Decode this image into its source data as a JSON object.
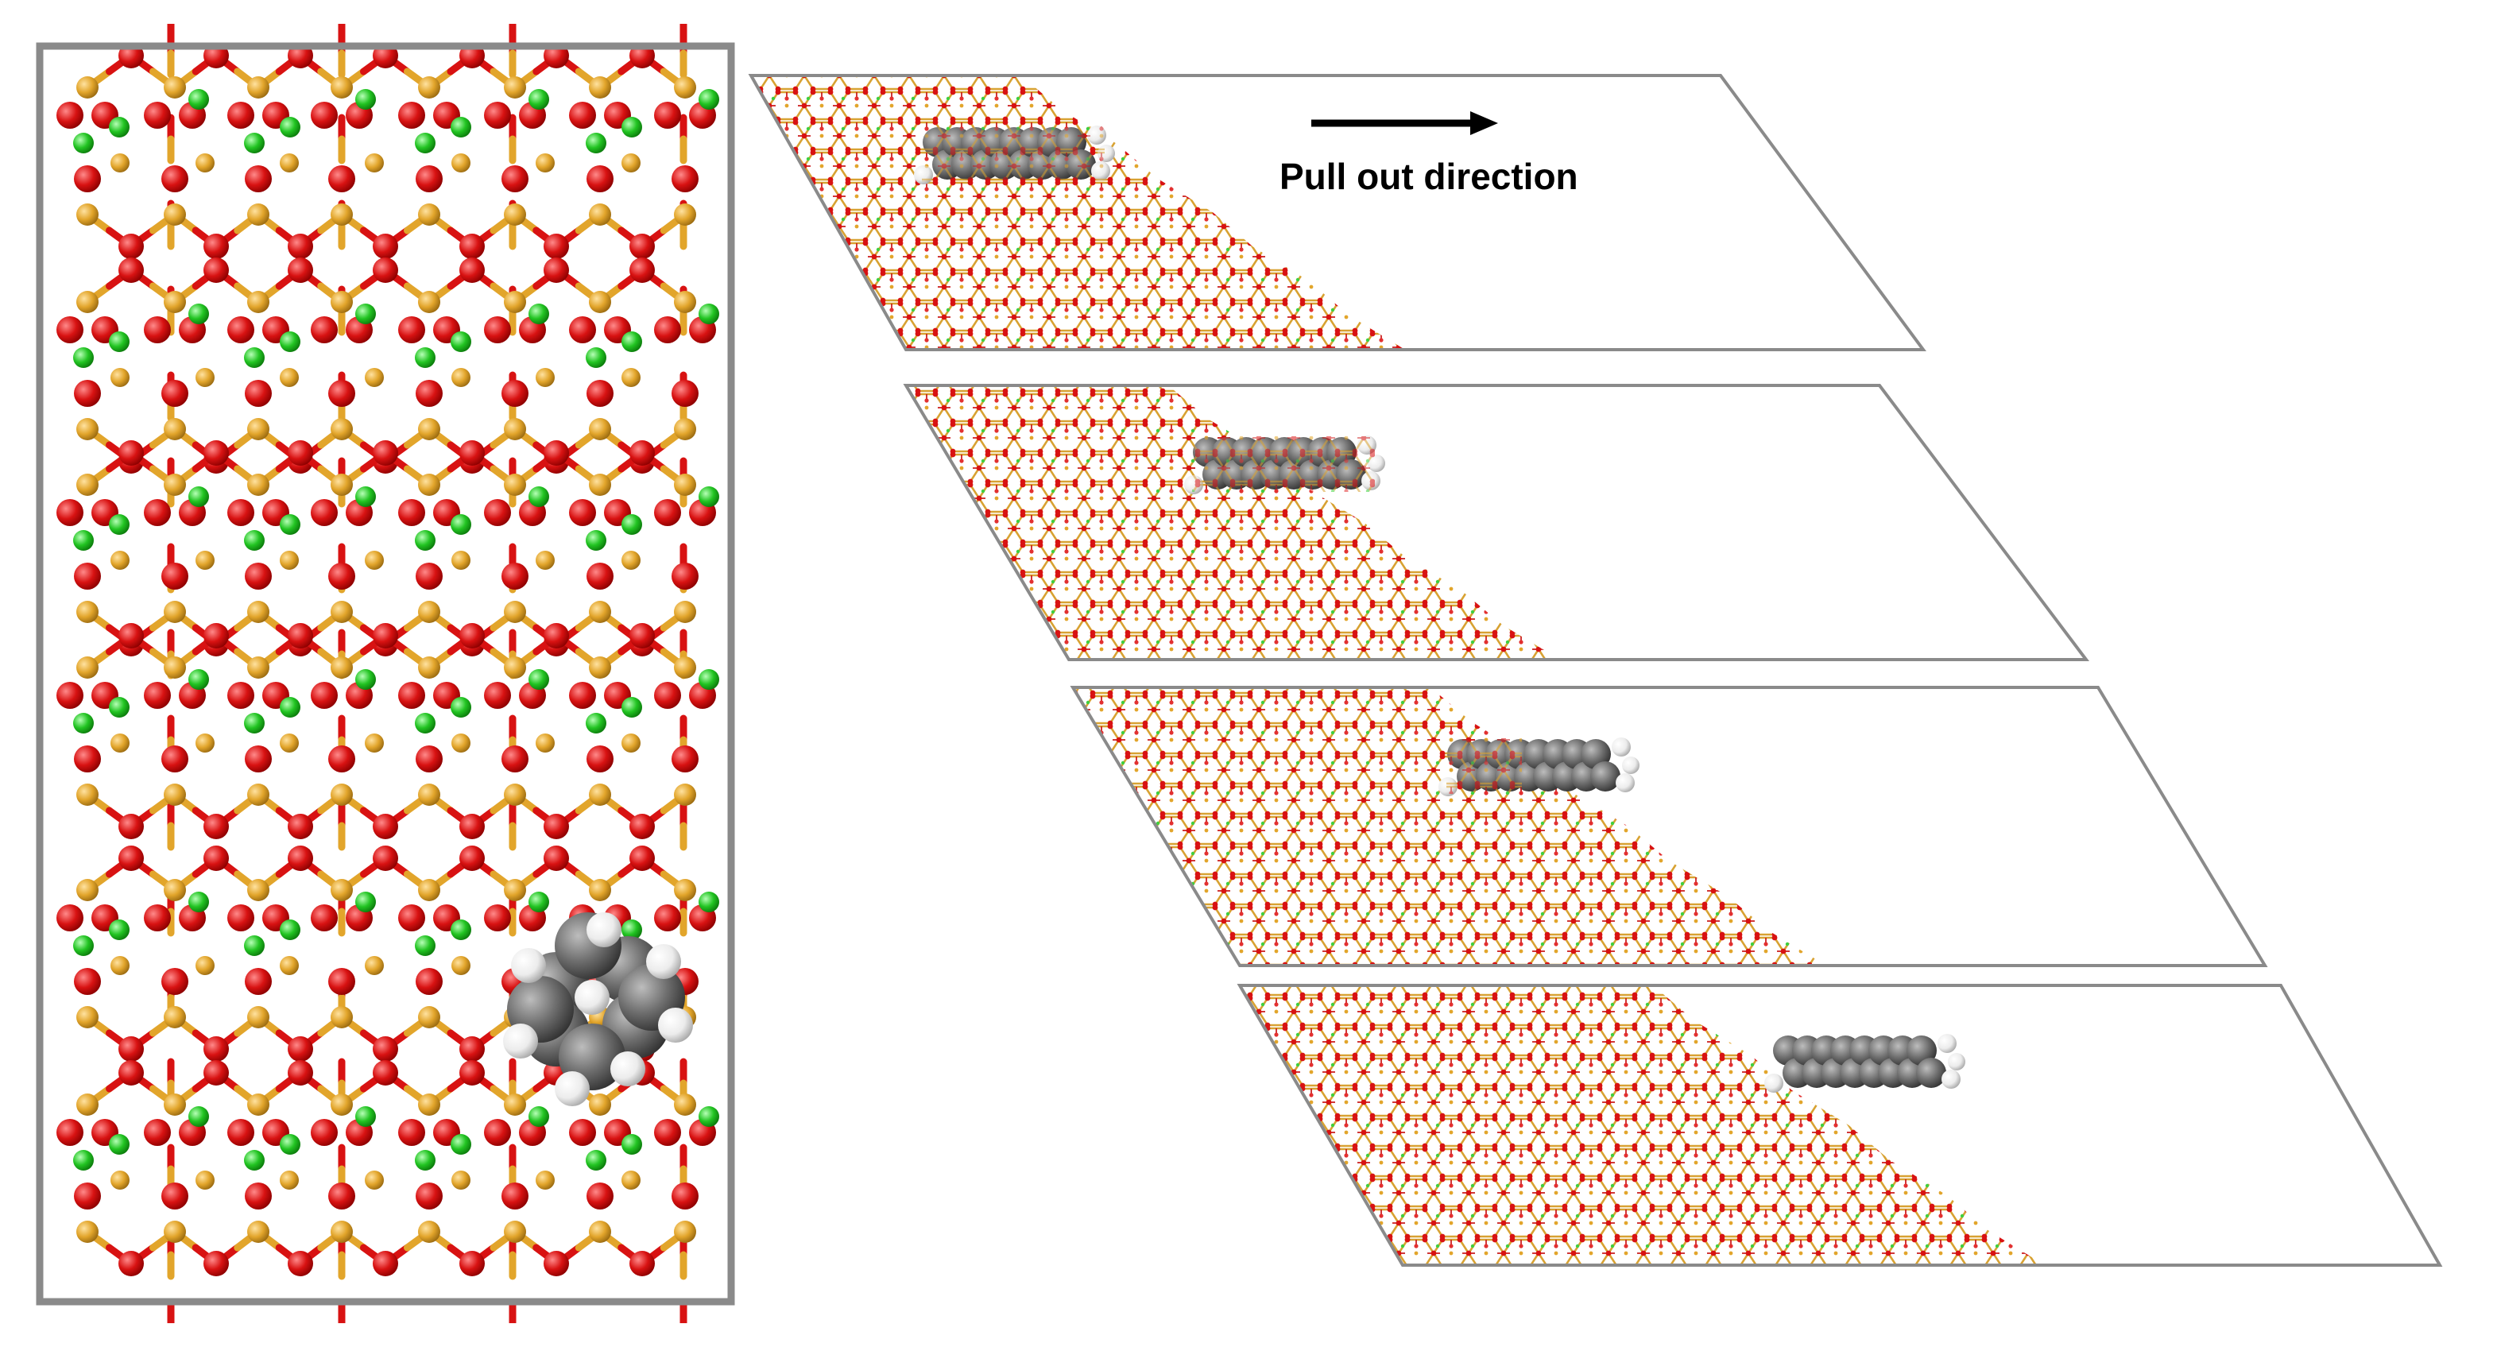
{
  "annotation": {
    "label": "Pull out direction"
  },
  "panels": [
    {
      "id": "top-view",
      "content": [
        "zeolite-framework",
        "adsorbed-molecule"
      ]
    },
    {
      "id": "snapshot-1",
      "content": [
        "zeolite-slab",
        "molecule-embedded"
      ]
    },
    {
      "id": "snapshot-2",
      "content": [
        "zeolite-slab",
        "molecule-embedded"
      ]
    },
    {
      "id": "snapshot-3",
      "content": [
        "zeolite-slab",
        "molecule-partially-out"
      ]
    },
    {
      "id": "snapshot-4",
      "content": [
        "zeolite-slab",
        "molecule-free"
      ]
    }
  ],
  "colors": {
    "oxygen": "#d81212",
    "silicon": "#e2a52b",
    "cation": "#22c422",
    "carbon": "#6e6e6e",
    "hydrogen": "#f0f0f0",
    "cell_border": "#8a8a8a",
    "arrow": "#000000"
  },
  "icons": {
    "arrow": "right-arrow-icon"
  }
}
